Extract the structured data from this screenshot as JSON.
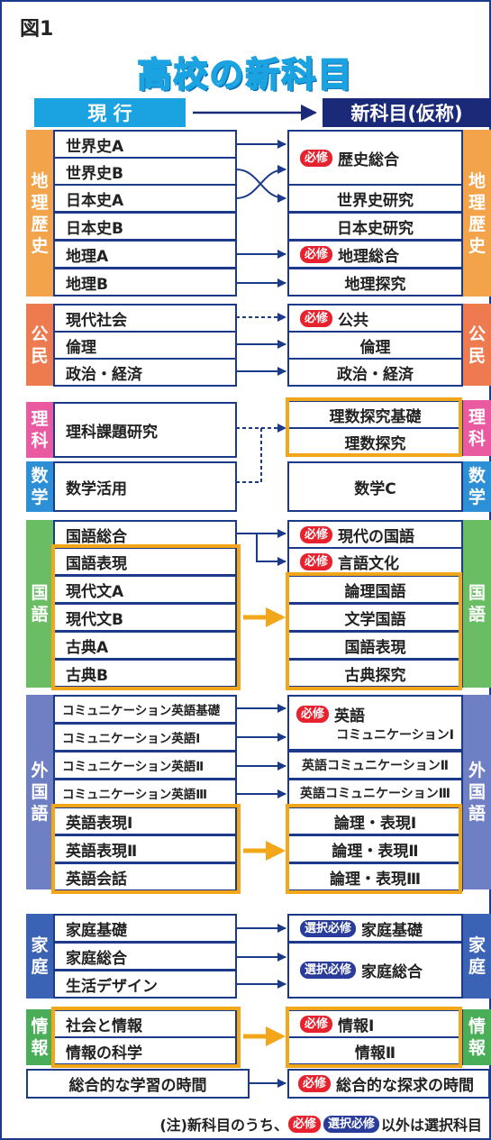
{
  "figure_label": "図1",
  "title": "高校の新科目",
  "header_current": "現 行",
  "header_new": "新科目(仮称)",
  "badges": {
    "required": "必修",
    "elective_required": "選択必修"
  },
  "note": {
    "prefix": "(注)新科目のうち、",
    "suffix": "以外は選択科目"
  },
  "groups": {
    "geo_history": {
      "label": [
        "地",
        "理",
        "歴",
        "史"
      ],
      "current": [
        "世界史A",
        "世界史B",
        "日本史A",
        "日本史B",
        "地理A",
        "地理B"
      ],
      "new": [
        "歴史総合",
        "世界史研究",
        "日本史研究",
        "地理総合",
        "地理探究"
      ]
    },
    "civics": {
      "label": [
        "公",
        "民"
      ],
      "current": [
        "現代社会",
        "倫理",
        "政治・経済"
      ],
      "new": [
        "公共",
        "倫理",
        "政治・経済"
      ]
    },
    "science": {
      "label": [
        "理",
        "科"
      ],
      "current": [
        "理科課題研究"
      ],
      "new": [
        "理数探究基礎",
        "理数探究"
      ]
    },
    "math": {
      "label": [
        "数",
        "学"
      ],
      "current": [
        "数学活用"
      ],
      "new": [
        "数学C"
      ]
    },
    "japanese": {
      "label": [
        "国",
        "語"
      ],
      "current": [
        "国語総合",
        "国語表現",
        "現代文A",
        "現代文B",
        "古典A",
        "古典B"
      ],
      "new": [
        "現代の国語",
        "言語文化",
        "論理国語",
        "文学国語",
        "国語表現",
        "古典探究"
      ]
    },
    "foreign": {
      "label": [
        "外",
        "国",
        "語"
      ],
      "current": [
        "コミュニケーション英語基礎",
        "コミュニケーション英語Ⅰ",
        "コミュニケーション英語Ⅱ",
        "コミュニケーション英語Ⅲ",
        "英語表現Ⅰ",
        "英語表現Ⅱ",
        "英語会話"
      ],
      "new": [
        "英語",
        "コミュニケーションⅠ",
        "英語コミュニケーションⅡ",
        "英語コミュニケーションⅢ",
        "論理・表現Ⅰ",
        "論理・表現Ⅱ",
        "論理・表現Ⅲ"
      ]
    },
    "home": {
      "label": [
        "家",
        "庭"
      ],
      "current": [
        "家庭基礎",
        "家庭総合",
        "生活デザイン"
      ],
      "new": [
        "家庭基礎",
        "家庭総合"
      ]
    },
    "info": {
      "label": [
        "情",
        "報"
      ],
      "current": [
        "社会と情報",
        "情報の科学"
      ],
      "new": [
        "情報Ⅰ",
        "情報Ⅱ"
      ]
    },
    "integrated": {
      "current": "総合的な学習の時間",
      "new": "総合的な探求の時間"
    }
  },
  "colors": {
    "geo": "#f3a34a",
    "civics": "#ee7a4f",
    "science": "#ea5aa0",
    "math": "#2d8fd6",
    "japanese": "#6bbd63",
    "foreign": "#6f7fc4",
    "home": "#3a62b5",
    "info": "#4aae58",
    "highlight": "#f2a71b"
  }
}
